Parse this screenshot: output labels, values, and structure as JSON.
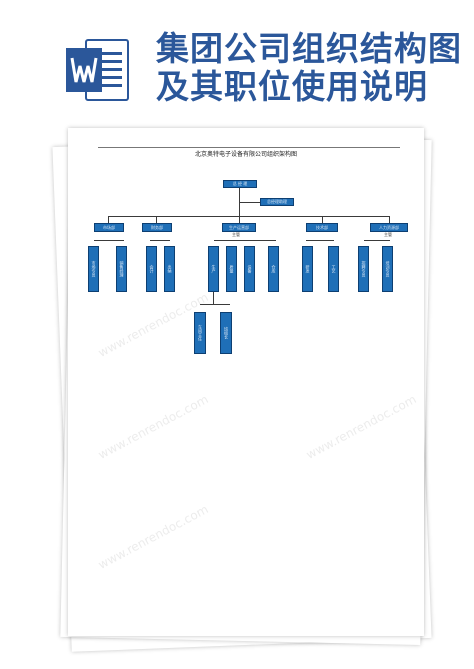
{
  "header": {
    "app_icon": "word-doc-icon",
    "title": "集团公司组织结构图及其职位使用说明"
  },
  "document": {
    "title": "北京奥特电子设备有限公司组织架构图",
    "chart": {
      "top": "总 经 理",
      "assistant": "总经理助理",
      "departments": [
        "市场部",
        "财务部",
        "生产运营部",
        "技术部",
        "人力资源部"
      ],
      "dept_sub_labels": [
        "",
        "",
        "主管",
        "",
        "主管"
      ],
      "sub_units": {
        "d0": [
          "市场专员",
          "销售经理"
        ],
        "d1": [
          "会计",
          "出纳"
        ],
        "d2": [
          "生产",
          "质量",
          "设备",
          "仓库"
        ],
        "d3": [
          "研发",
          "工艺"
        ],
        "d4": [
          "招聘专员",
          "培训专员"
        ]
      },
      "grandchildren": [
        "车间主任",
        "班组长"
      ]
    }
  },
  "watermark": {
    "text": "www.renrendoc.com"
  }
}
